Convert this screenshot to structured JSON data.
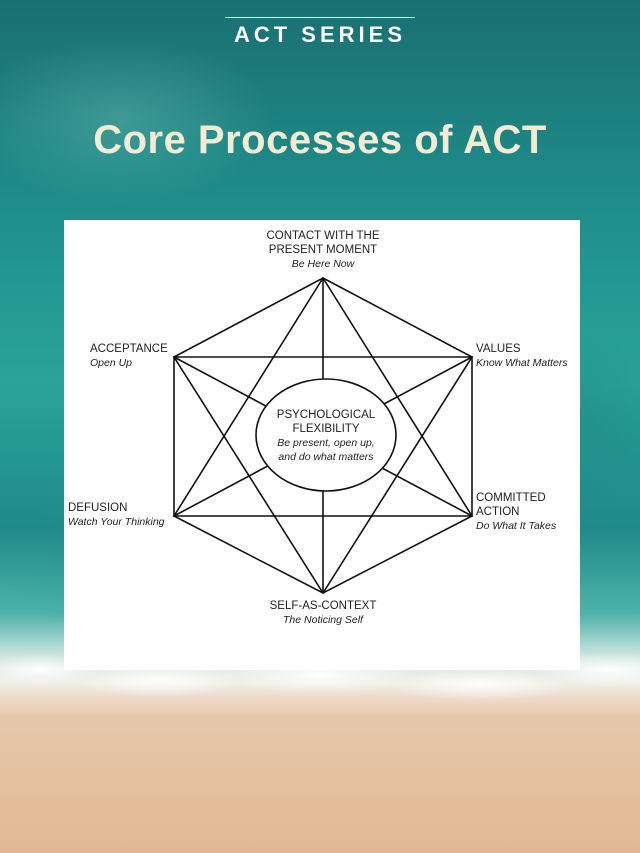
{
  "header": {
    "series": "ACT SERIES",
    "title": "Core Processes of ACT"
  },
  "diagram": {
    "center": {
      "title_line1": "PSYCHOLOGICAL",
      "title_line2": "FLEXIBILITY",
      "sub_line1": "Be present, open up,",
      "sub_line2": "and do what matters"
    },
    "nodes": {
      "top": {
        "title_line1": "CONTACT WITH THE",
        "title_line2": "PRESENT MOMENT",
        "sub": "Be Here Now"
      },
      "upper_left": {
        "title": "ACCEPTANCE",
        "sub": "Open Up"
      },
      "upper_right": {
        "title": "VALUES",
        "sub": "Know What Matters"
      },
      "lower_left": {
        "title": "DEFUSION",
        "sub": "Watch Your Thinking"
      },
      "lower_right": {
        "title_line1": "COMMITTED",
        "title_line2": "ACTION",
        "sub": "Do What It Takes"
      },
      "bottom": {
        "title": "SELF-AS-CONTEXT",
        "sub": "The Noticing Self"
      }
    }
  },
  "colors": {
    "line": "#111111",
    "title": "#f3ecd3",
    "series": "#ffffff"
  }
}
